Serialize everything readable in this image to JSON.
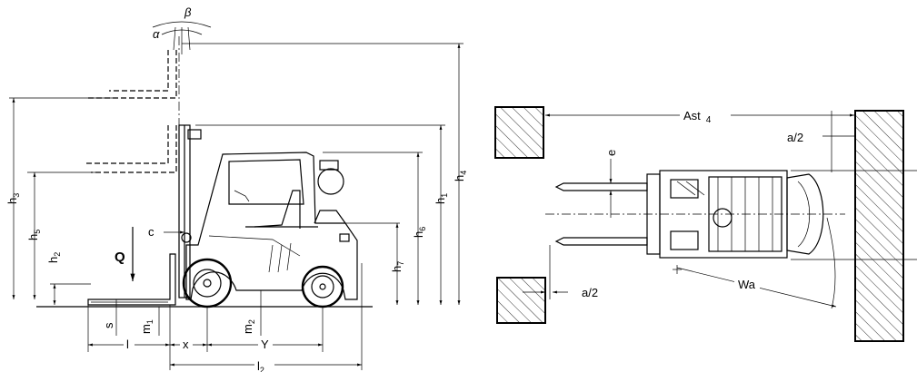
{
  "side_view": {
    "angles": {
      "alpha": "α",
      "beta": "β"
    },
    "heights": {
      "h1": "h",
      "h1_sub": "1",
      "h2": "h",
      "h2_sub": "2",
      "h3": "h",
      "h3_sub": "3",
      "h4": "h",
      "h4_sub": "4",
      "h5": "h",
      "h5_sub": "5",
      "h6": "h",
      "h6_sub": "6",
      "h7": "h",
      "h7_sub": "7"
    },
    "load": "Q",
    "c": "c",
    "s": "s",
    "m1": "m",
    "m1_sub": "1",
    "m2": "m",
    "m2_sub": "2",
    "l": "l",
    "x": "x",
    "y": "Y",
    "l2": "l",
    "l2_sub": "2"
  },
  "top_view": {
    "ast": "Ast",
    "ast_sub": "4",
    "a2_top": "a/2",
    "a2_bottom": "a/2",
    "e": "e",
    "wa": "Wa"
  }
}
